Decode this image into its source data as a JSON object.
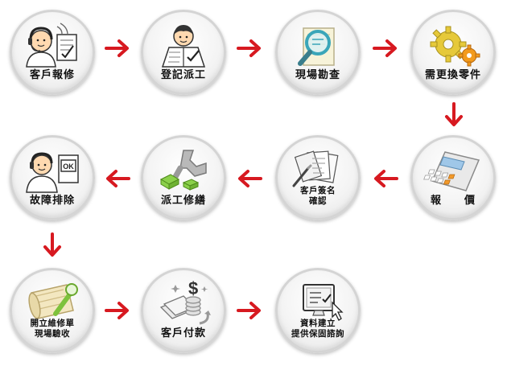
{
  "steps": [
    {
      "id": "customer-report",
      "lines": [
        "客戶報修"
      ]
    },
    {
      "id": "register-dispatch",
      "lines": [
        "登記派工"
      ]
    },
    {
      "id": "site-survey",
      "lines": [
        "現場勘查"
      ]
    },
    {
      "id": "need-parts",
      "lines": [
        "需更換零件"
      ]
    },
    {
      "id": "quote",
      "lines": [
        "報　　價"
      ]
    },
    {
      "id": "customer-sign",
      "lines": [
        "客戶簽名",
        "確認"
      ]
    },
    {
      "id": "dispatch-repair",
      "lines": [
        "派工修繕"
      ]
    },
    {
      "id": "troubleshoot",
      "lines": [
        "故障排除"
      ]
    },
    {
      "id": "issue-repair-order",
      "lines": [
        "開立維修單",
        "現場驗收"
      ]
    },
    {
      "id": "customer-payment",
      "lines": [
        "客戶付款"
      ]
    },
    {
      "id": "build-records",
      "lines": [
        "資料建立",
        "提供保固諮詢"
      ]
    }
  ],
  "colors": {
    "arrow": "#d71920",
    "circle_border": "#d4d4d4"
  }
}
